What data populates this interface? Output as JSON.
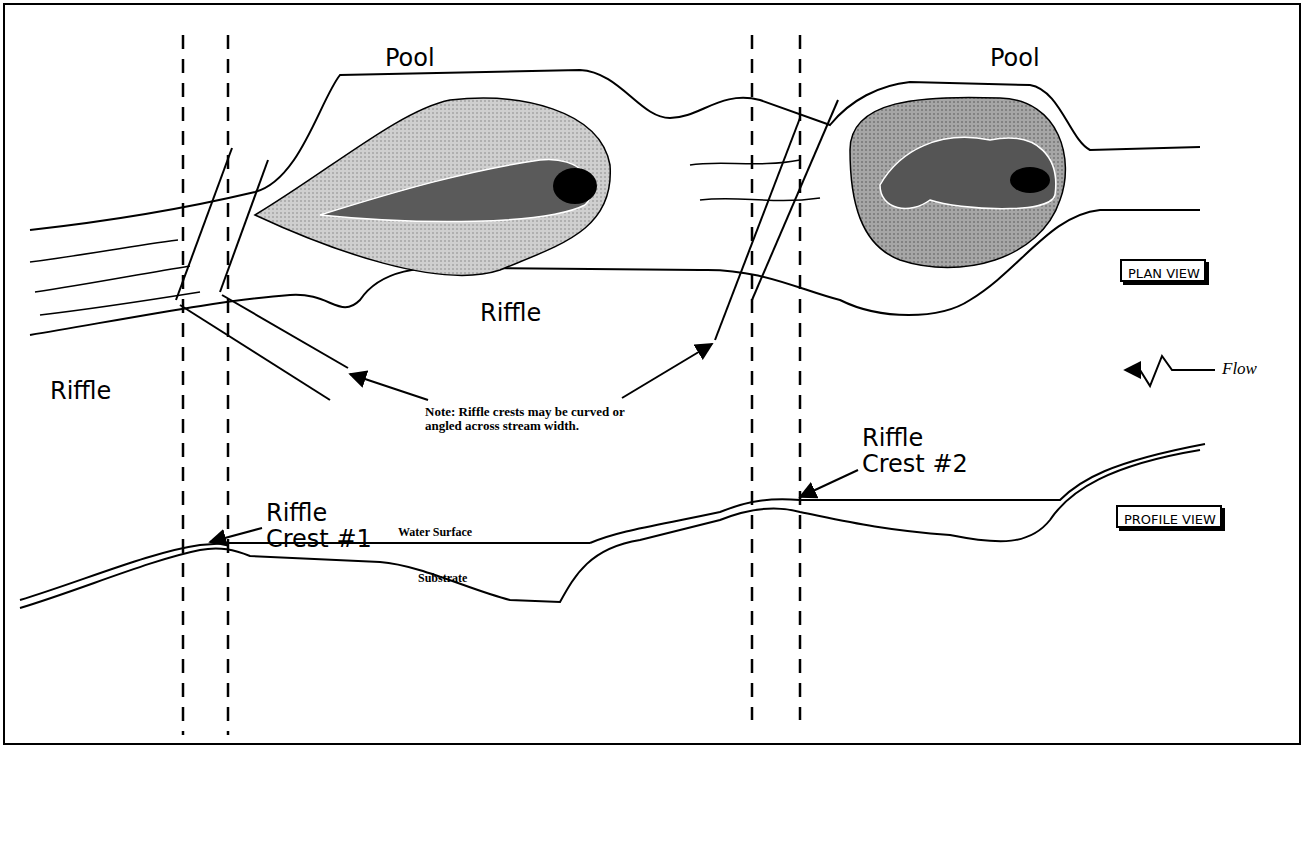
{
  "diagram": {
    "nodes": [
      {
        "text": [
          "PLAN VIEW"
        ]
      },
      {
        "text": [
          "PROFILE VIEW"
        ]
      }
    ],
    "labels": [
      "Pool",
      "Pool",
      "Riffle",
      "Riffle",
      "Note: Riffle crests may be curved or angled across stream width.",
      "Flow",
      "Riffle Crest #2",
      "Riffle Crest #1",
      "Water Surface",
      "Substrate"
    ]
  }
}
